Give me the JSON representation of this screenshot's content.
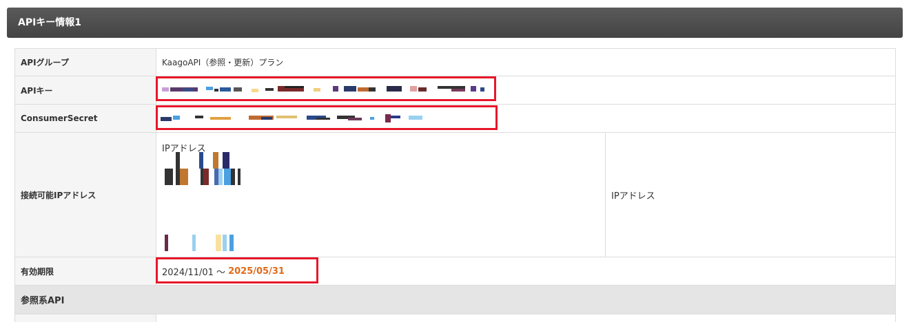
{
  "panel": {
    "title": "APIキー情報1"
  },
  "rows": {
    "api_group": {
      "label": "APIグループ",
      "value": "KaagoAPI（参照・更新）プラン"
    },
    "api_key": {
      "label": "APIキー"
    },
    "consumer_secret": {
      "label": "ConsumerSecret"
    },
    "ip_address": {
      "label": "接続可能IPアドレス",
      "inner_label": "IPアドレス",
      "right_label": "IPアドレス"
    },
    "validity": {
      "label": "有効期限",
      "start": "2024/11/01 ～",
      "end": "2025/05/31"
    }
  },
  "section": {
    "title": "参照系API"
  },
  "colors": {
    "highlight": "#e8162a",
    "end_date": "#e06a1b",
    "header_bg": "#4a4a4a"
  }
}
